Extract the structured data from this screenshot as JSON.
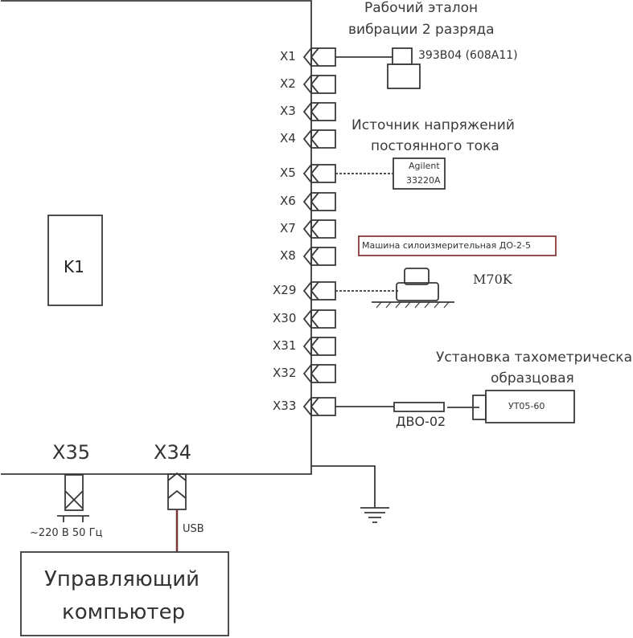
{
  "ports": [
    {
      "id": "x1",
      "label": "X1"
    },
    {
      "id": "x2",
      "label": "X2"
    },
    {
      "id": "x3",
      "label": "X3"
    },
    {
      "id": "x4",
      "label": "X4"
    },
    {
      "id": "x5",
      "label": "X5"
    },
    {
      "id": "x6",
      "label": "X6"
    },
    {
      "id": "x7",
      "label": "X7"
    },
    {
      "id": "x8",
      "label": "X8"
    },
    {
      "id": "x29",
      "label": "X29"
    },
    {
      "id": "x30",
      "label": "X30"
    },
    {
      "id": "x31",
      "label": "X31"
    },
    {
      "id": "x32",
      "label": "X32"
    },
    {
      "id": "x33",
      "label": "X33"
    }
  ],
  "block_k1": "K1",
  "vibration_standard": {
    "caption_line1": "Рабочий эталон",
    "caption_line2": "вибрации 2 разряда",
    "model": "393B04 (608A11)"
  },
  "voltage_source": {
    "caption_line1": "Источник напряжений",
    "caption_line2": "постоянного тока",
    "box_line1": "Agilent",
    "box_line2": "33220A"
  },
  "force_machine": {
    "box_label": "Машина силоизмерительная ДО-2-5",
    "model": "M70K"
  },
  "tacho_unit": {
    "caption_line1": "Установка тахометрическая",
    "caption_line2": "образцовая",
    "box_label": "УТ05-60",
    "sensor_label": "ДВО-02"
  },
  "power_port": {
    "label": "X35",
    "supply": "~220 В 50 Гц"
  },
  "usb_port": {
    "label": "X34",
    "link": "USB"
  },
  "computer": {
    "line1": "Управляющий",
    "line2": "компьютер"
  }
}
